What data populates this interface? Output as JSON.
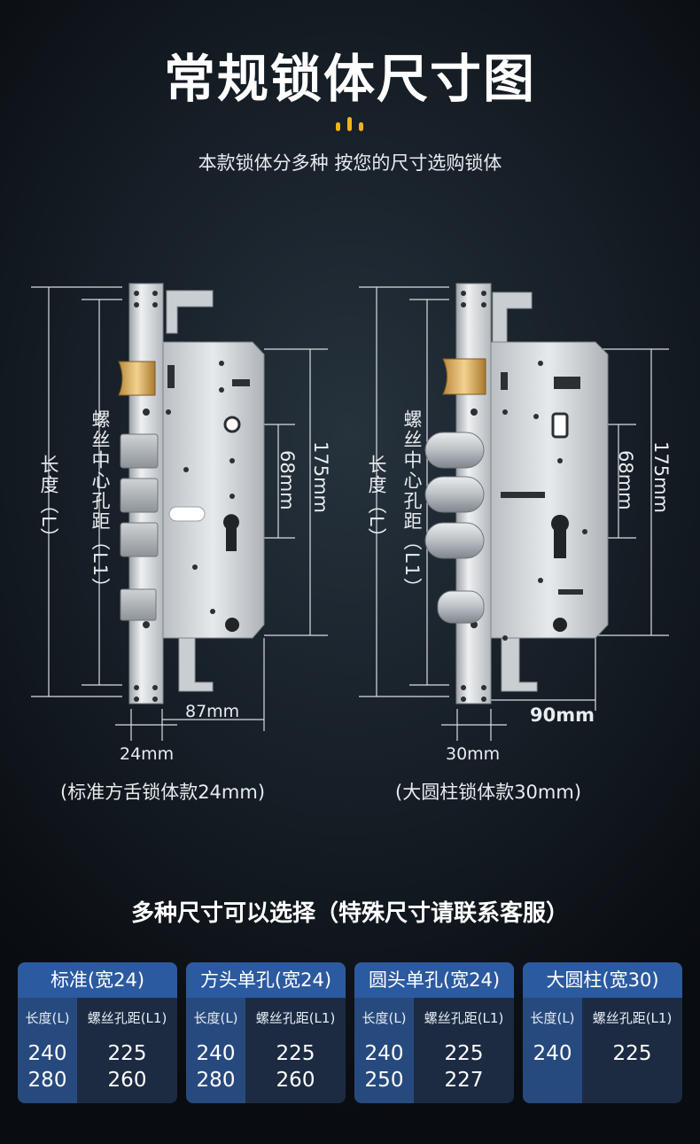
{
  "header": {
    "title": "常规锁体尺寸图",
    "subtitle": "本款锁体分多种 按您的尺寸选购锁体"
  },
  "accent_color": "#f2b21c",
  "diagrams": [
    {
      "length_label": "长度（L）",
      "screw_label": "螺丝中心孔距（L1）",
      "dim_68": "68mm",
      "dim_175": "175mm",
      "width_label": "87mm",
      "faceplate_label": "24mm",
      "caption": "(标准方舌锁体款24mm)"
    },
    {
      "length_label": "长度（L）",
      "screw_label": "螺丝中心孔距（L1）",
      "dim_68": "68mm",
      "dim_175": "175mm",
      "width_label": "90mm",
      "faceplate_label": "30mm",
      "caption": "(大圆柱锁体款30mm)"
    }
  ],
  "section_title": "多种尺寸可以选择（特殊尺寸请联系客服）",
  "table_colors": {
    "header": "#2c5aa0",
    "left_col": "#274a7e",
    "body": "#1c2b42"
  },
  "size_cards": [
    {
      "title": "标准(宽24)",
      "col1": "长度(L)",
      "col2": "螺丝孔距(L1)",
      "rows": [
        [
          "240",
          "225"
        ],
        [
          "280",
          "260"
        ]
      ]
    },
    {
      "title": "方头单孔(宽24)",
      "col1": "长度(L)",
      "col2": "螺丝孔距(L1)",
      "rows": [
        [
          "240",
          "225"
        ],
        [
          "280",
          "260"
        ]
      ]
    },
    {
      "title": "圆头单孔(宽24)",
      "col1": "长度(L)",
      "col2": "螺丝孔距(L1)",
      "rows": [
        [
          "240",
          "225"
        ],
        [
          "250",
          "227"
        ]
      ]
    },
    {
      "title": "大圆柱(宽30)",
      "col1": "长度(L)",
      "col2": "螺丝孔距(L1)",
      "rows": [
        [
          "240",
          "225"
        ]
      ]
    }
  ]
}
